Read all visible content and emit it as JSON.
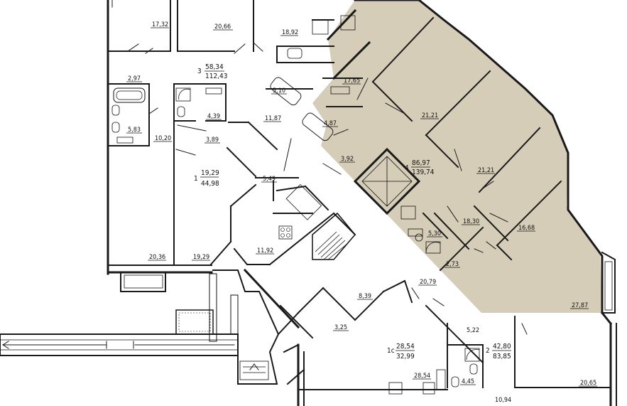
{
  "colors": {
    "highlight_fill": "#d6cdb8",
    "wall": "#1a1a1a",
    "background": "#ffffff"
  },
  "rooms": {
    "r1732": "17,32",
    "r2066": "20,66",
    "r1892": "18,92",
    "r297": "2,97",
    "r583": "5,83",
    "r1020": "10,20",
    "r439": "4,39",
    "r389": "3,89",
    "r510": "5,10",
    "r1187": "11,87",
    "r1765": "17,65",
    "r487": "4,87",
    "r392": "3,92",
    "r2121a": "21,21",
    "r2121b": "21,21",
    "r1668": "16,68",
    "r1830": "18,30",
    "r530": "5,30",
    "r273": "2,73",
    "r2787": "27,87",
    "r549": "5,49",
    "r1192": "11,92",
    "r2036": "20,36",
    "r1929b": "19,29",
    "r839": "8,39",
    "r325": "3,25",
    "r2079": "20,79",
    "r522": "5,22",
    "r2854b": "28,54",
    "r445": "4,45",
    "r1094": "10,94",
    "r2065": "20,65"
  },
  "apartments": {
    "apt3": {
      "number": "3",
      "living": "58,34",
      "total": "112,43"
    },
    "apt1": {
      "number": "1",
      "living": "19,29",
      "total": "44,98"
    },
    "apt4": {
      "number": "4",
      "living": "86,97",
      "total": "139,74"
    },
    "apt1c": {
      "number": "1с",
      "living": "28,54",
      "total": "32,99"
    },
    "apt2": {
      "number": "2",
      "living": "42,80",
      "total": "83,85"
    }
  }
}
